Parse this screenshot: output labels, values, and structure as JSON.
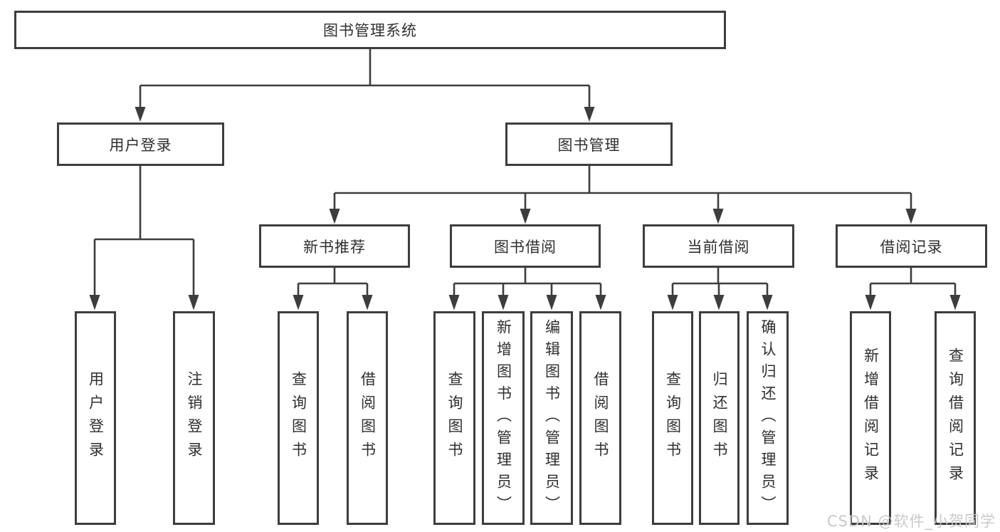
{
  "watermark": "CSDN @软件_小贺同学",
  "colors": {
    "line": "#3d3d3d",
    "text": "#2f2f2f",
    "watermark": "#c7c7c7",
    "background": "#ffffff"
  },
  "tree": {
    "root": {
      "label": "图书管理系统"
    },
    "branches": [
      {
        "label": "用户登录",
        "children": [
          {
            "label": "用户登录"
          },
          {
            "label": "注销登录"
          }
        ]
      },
      {
        "label": "图书管理",
        "children": [
          {
            "label": "新书推荐",
            "children": [
              {
                "label": "查询图书"
              },
              {
                "label": "借阅图书"
              }
            ]
          },
          {
            "label": "图书借阅",
            "children": [
              {
                "label": "查询图书"
              },
              {
                "label": "新增图书（管理员）"
              },
              {
                "label": "编辑图书（管理员）"
              },
              {
                "label": "借阅图书"
              }
            ]
          },
          {
            "label": "当前借阅",
            "children": [
              {
                "label": "查询图书"
              },
              {
                "label": "归还图书"
              },
              {
                "label": "确认归还（管理员）"
              }
            ]
          },
          {
            "label": "借阅记录",
            "children": [
              {
                "label": "新增借阅记录"
              },
              {
                "label": "查询借阅记录"
              }
            ]
          }
        ]
      }
    ]
  }
}
